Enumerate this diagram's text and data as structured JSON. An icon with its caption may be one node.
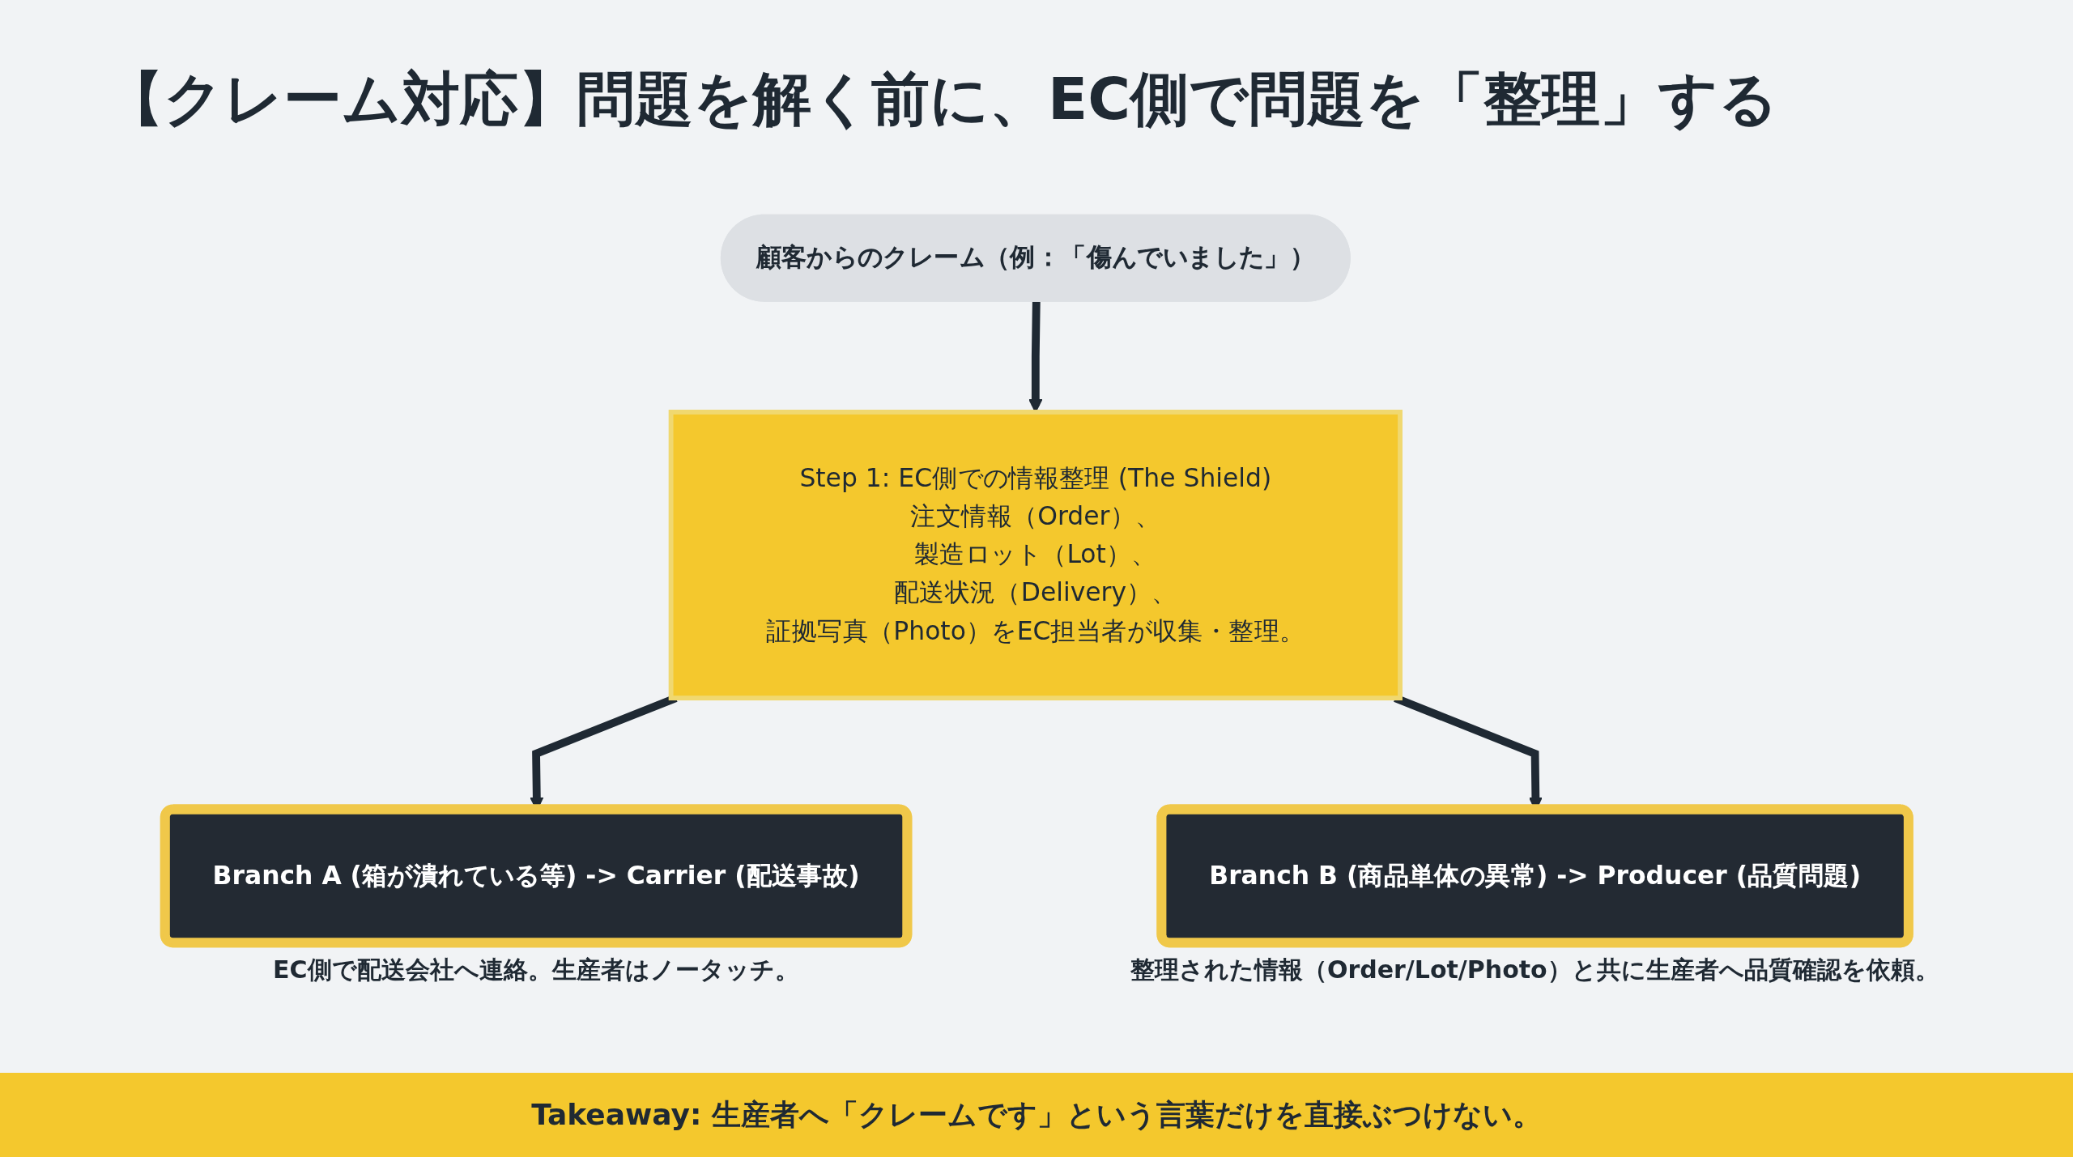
{
  "diagram": {
    "title": "【クレーム対応】問題を解く前に、EC側で問題を「整理」する",
    "caption": "Takeaway: 生産者へ「クレームです」という言葉だけを直接ぶつけない。",
    "nodes": [
      {
        "text": [
          "顧客からのクレーム（例：「傷んでいました」）"
        ]
      },
      {
        "text": [
          "Step 1: EC側での情報整理 (The Shield)",
          "注文情報（Order）、",
          "製造ロット（Lot）、",
          "配送状況（Delivery）、",
          "証拠写真（Photo）をEC担当者が収集・整理。"
        ]
      },
      {
        "text": [
          "Branch A (箱が潰れている等) -> Carrier (配送事故)"
        ],
        "beside": [
          "EC側で配送会社へ連絡。生産者はノータッチ。"
        ]
      },
      {
        "text": [
          "Branch B (商品単体の異常) -> Producer (品質問題)"
        ],
        "beside": [
          "整理された情報（Order/Lot/Photo）と共に生産者へ品質確認を依頼。"
        ]
      }
    ],
    "edges": [
      {
        "from": 0,
        "to": 1,
        "arrow": "to"
      },
      {
        "from": 1,
        "to": 2,
        "arrow": "to"
      },
      {
        "from": 1,
        "to": 3,
        "arrow": "to"
      }
    ]
  }
}
